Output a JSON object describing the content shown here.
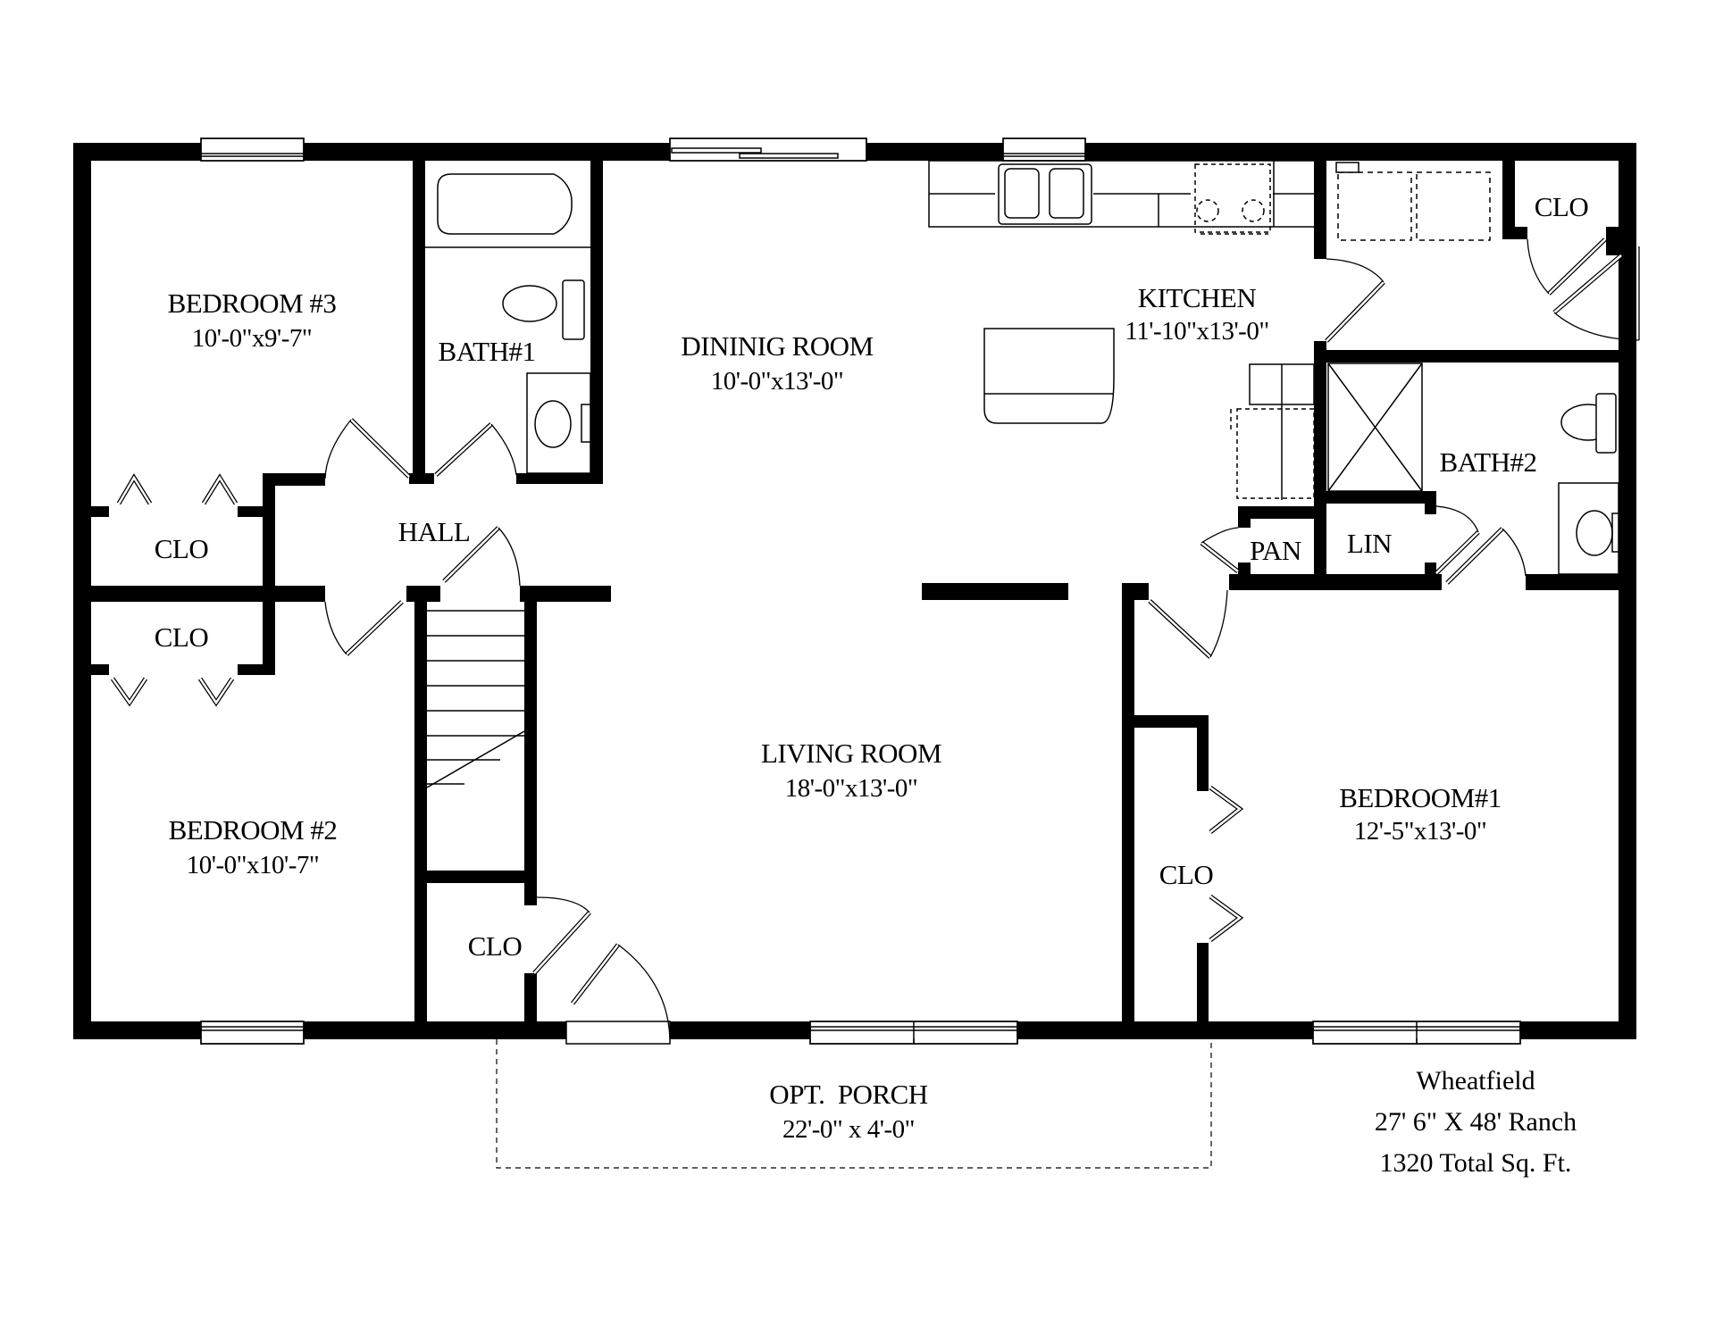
{
  "plan": {
    "title": "Wheatfield",
    "size": "27' 6\" X 48' Ranch",
    "area": "1320 Total Sq. Ft.",
    "wall_color": "#000000",
    "background_color": "#ffffff"
  },
  "rooms": {
    "bedroom3": {
      "name": "BEDROOM #3",
      "dim": "10'-0\"x9'-7\""
    },
    "bath1": {
      "name": "BATH#1"
    },
    "dining": {
      "name": "DININIG ROOM",
      "dim": "10'-0\"x13'-0\""
    },
    "kitchen": {
      "name": "KITCHEN",
      "dim": "11'-10\"x13'-0\""
    },
    "clo_laundry": {
      "name": "CLO"
    },
    "bath2": {
      "name": "BATH#2"
    },
    "pan": {
      "name": "PAN"
    },
    "lin": {
      "name": "LIN"
    },
    "hall": {
      "name": "HALL"
    },
    "clo_b3": {
      "name": "CLO"
    },
    "clo_b2": {
      "name": "CLO"
    },
    "bedroom2": {
      "name": "BEDROOM #2",
      "dim": "10'-0\"x10'-7\""
    },
    "clo_entry": {
      "name": "CLO"
    },
    "living": {
      "name": "LIVING ROOM",
      "dim": "18'-0\"x13'-0\""
    },
    "clo_b1": {
      "name": "CLO"
    },
    "bedroom1": {
      "name": "BEDROOM#1",
      "dim": "12'-5\"x13'-0\""
    },
    "porch": {
      "name": "OPT.  PORCH",
      "dim": "22'-0\" x 4'-0\""
    }
  }
}
